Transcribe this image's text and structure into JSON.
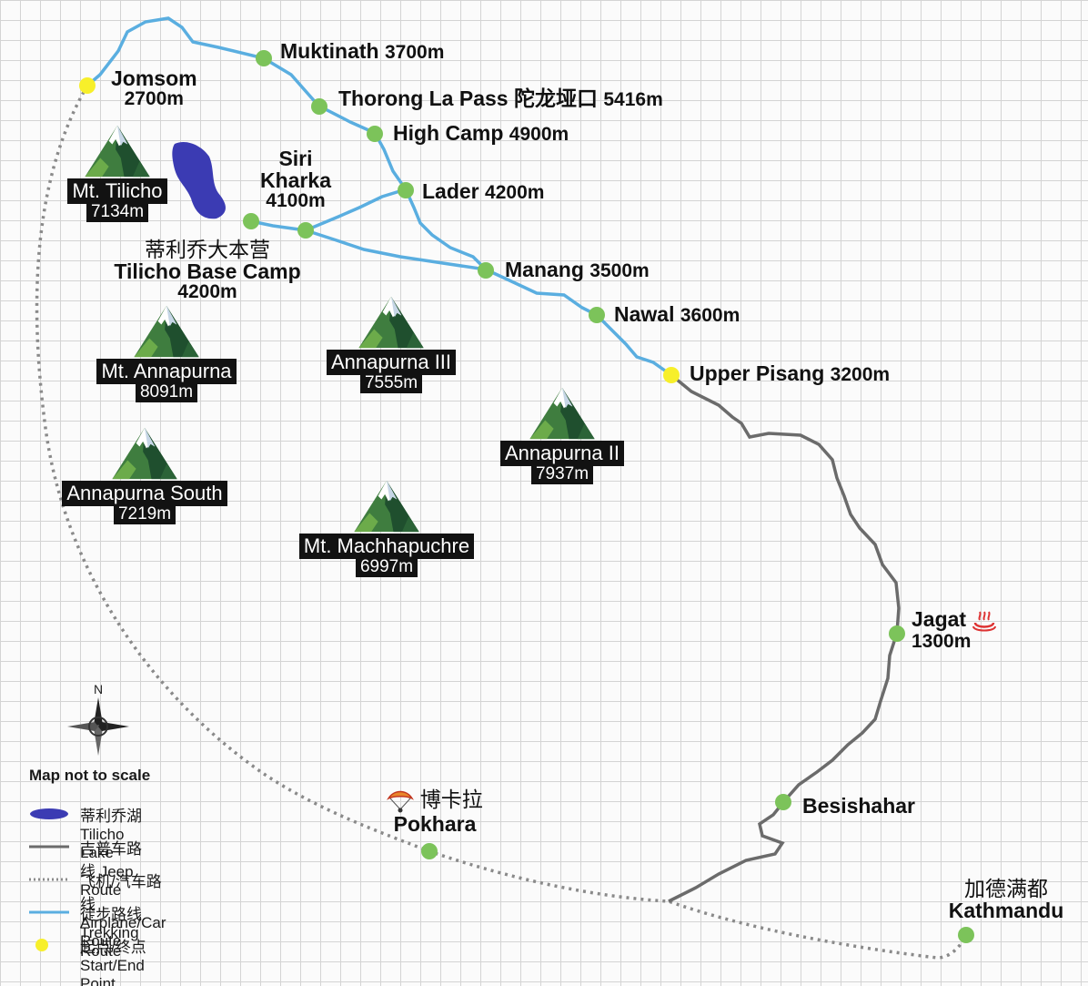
{
  "places": {
    "jomsom": {
      "name": "Jomsom",
      "elev": "2700m"
    },
    "muktinath": {
      "name": "Muktinath",
      "elev": "3700m"
    },
    "thorong": {
      "name": "Thorong La Pass",
      "cn": "陀龙垭口",
      "elev": "5416m"
    },
    "highcamp": {
      "name": "High Camp",
      "elev": "4900m"
    },
    "lader": {
      "name": "Lader",
      "elev": "4200m"
    },
    "siri": {
      "name1": "Siri",
      "name2": "Kharka",
      "elev": "4100m"
    },
    "tilicho_base": {
      "cn": "蒂利乔大本营",
      "name": "Tilicho Base Camp",
      "elev": "4200m"
    },
    "manang": {
      "name": "Manang",
      "elev": "3500m"
    },
    "nawal": {
      "name": "Nawal",
      "elev": "3600m"
    },
    "upper_pisang": {
      "name": "Upper Pisang",
      "elev": "3200m"
    },
    "jagat": {
      "name": "Jagat",
      "elev": "1300m",
      "icon": "hot-spring-icon"
    },
    "besishahar": {
      "name": "Besishahar"
    },
    "pokhara": {
      "cn": "博卡拉",
      "name": "Pokhara",
      "icon": "paraglider-icon"
    },
    "kathmandu": {
      "cn": "加德满都",
      "name": "Kathmandu"
    }
  },
  "peaks": {
    "tilicho": {
      "name": "Mt. Tilicho",
      "elev": "7134m"
    },
    "annapurna": {
      "name": "Mt. Annapurna",
      "elev": "8091m"
    },
    "annapurna_south": {
      "name": "Annapurna South",
      "elev": "7219m"
    },
    "annapurna_iii": {
      "name": "Annapurna III",
      "elev": "7555m"
    },
    "annapurna_ii": {
      "name": "Annapurna II",
      "elev": "7937m"
    },
    "machhapuchre": {
      "name": "Mt. Machhapuchre",
      "elev": "6997m"
    }
  },
  "compass": {
    "north": "N"
  },
  "legend": {
    "title": "Map not to scale",
    "items": [
      {
        "label": "蒂利乔湖 Tilicho Lake",
        "symbol": "lake",
        "color": "#3b3bb3"
      },
      {
        "label": "吉普车路线 Jeep Route",
        "symbol": "jeep",
        "color": "#6b6b6b"
      },
      {
        "label": "飞机/汽车路线 Airplane/Car Route",
        "symbol": "air",
        "color": "#8a8a8a"
      },
      {
        "label": "徒步路线 Trekking Route",
        "symbol": "trek",
        "color": "#5aaee0"
      },
      {
        "label": "起点/终点 Start/End Point",
        "symbol": "start",
        "color": "#f7ef2a"
      }
    ]
  },
  "colors": {
    "trekking_route": "#5aaee0",
    "jeep_route": "#6b6b6b",
    "air_route": "#8a8a8a",
    "waypoint": "#7cc35a",
    "start_end": "#f7ef2a",
    "lake": "#3b3bb3",
    "label_box": "#121212"
  }
}
